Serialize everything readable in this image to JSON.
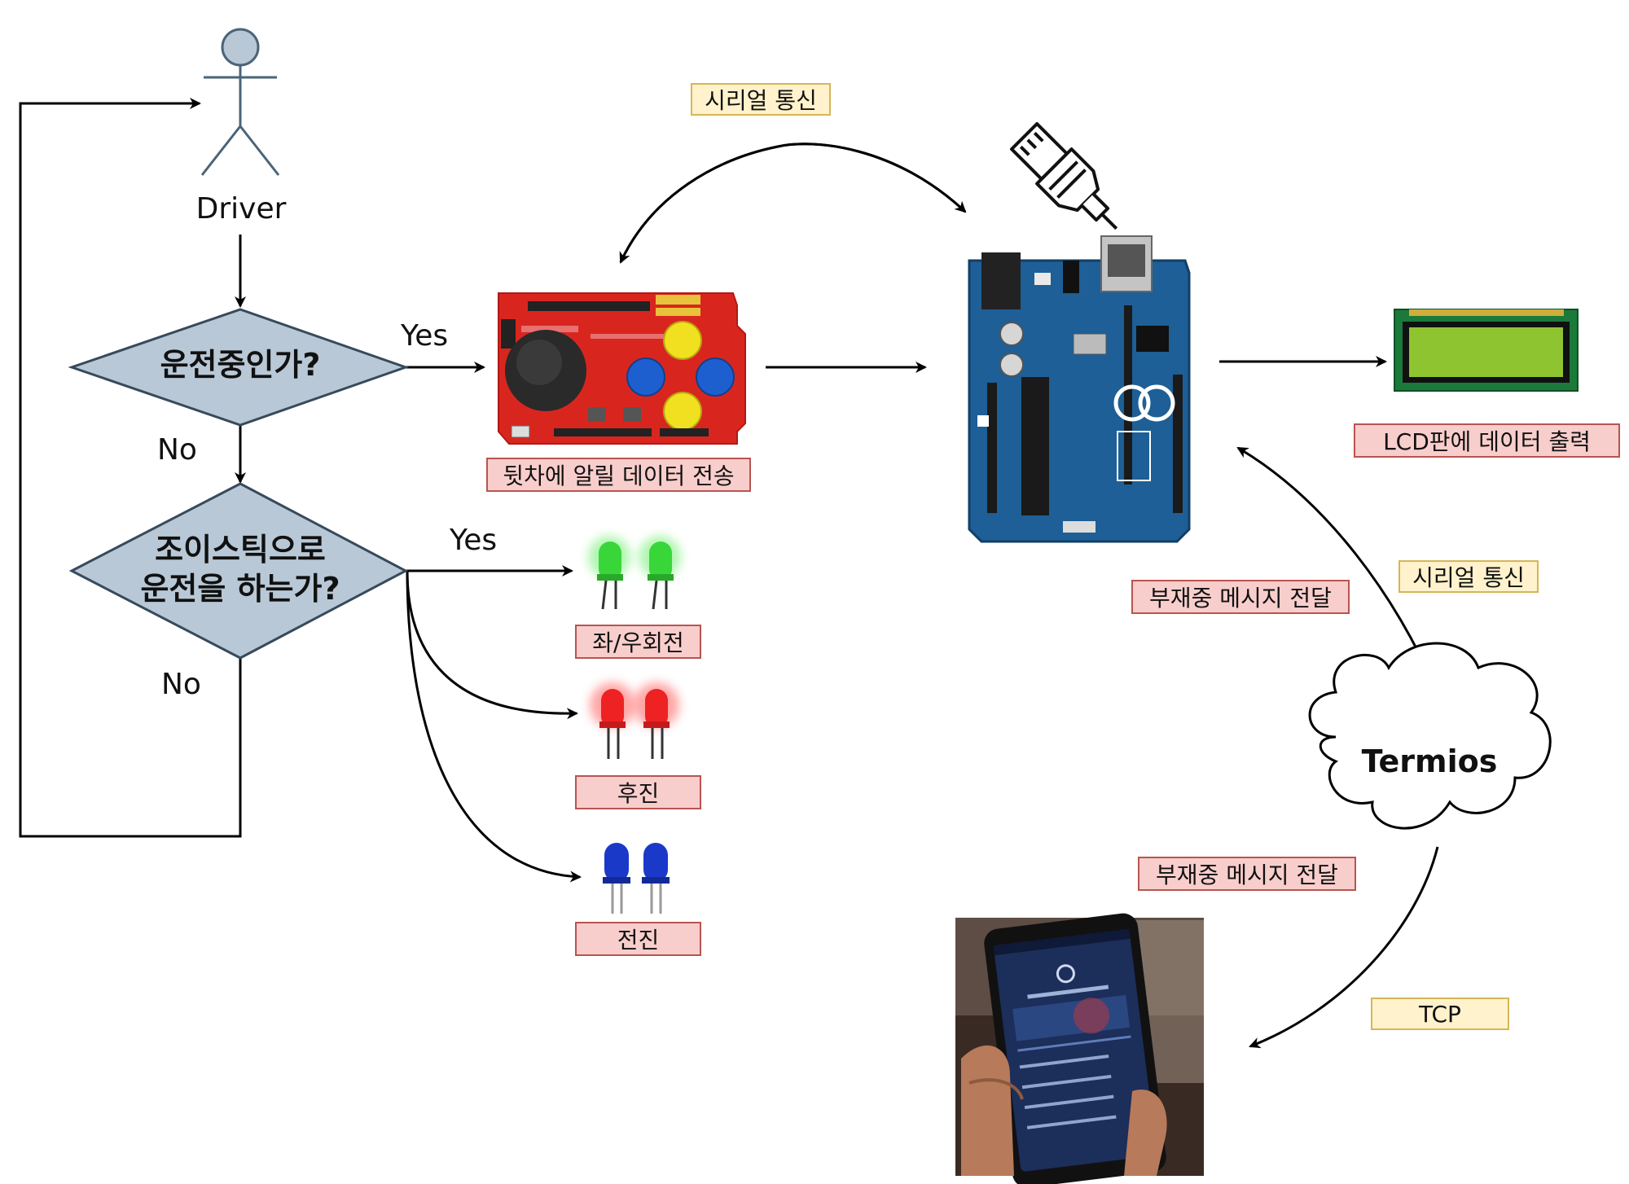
{
  "actor": {
    "label": "Driver"
  },
  "decisions": {
    "driving": "운전중인가?",
    "joystick_line1": "조이스틱으로",
    "joystick_line2": "운전을 하는가?"
  },
  "flow_labels": {
    "yes1": "Yes",
    "no1": "No",
    "yes2": "Yes",
    "no2": "No"
  },
  "labels": {
    "serial_top": "시리얼 통신",
    "send_data": "뒷차에 알릴 데이터 전송",
    "lcd_output": "LCD판에 데이터 출력",
    "turn": "좌/우회전",
    "reverse": "후진",
    "forward": "전진",
    "absence_msg_1": "부재중 메시지 전달",
    "serial_right": "시리얼 통신",
    "absence_msg_2": "부재중 메시지 전달",
    "tcp": "TCP",
    "termios": "Termios"
  },
  "colors": {
    "decision_fill": "#b9c8d6",
    "decision_stroke": "#374a5c",
    "yellow_fill": "#fff2cc",
    "red_fill": "#f8cecc",
    "board_blue": "#1d5f96",
    "shield_red": "#d8261f",
    "led_green": "#39d639",
    "led_red": "#ee2222",
    "led_blue": "#1b39c9",
    "lcd_green": "#8fc431"
  },
  "icons": [
    "person-icon",
    "usb-cable-icon",
    "cloud-icon"
  ]
}
